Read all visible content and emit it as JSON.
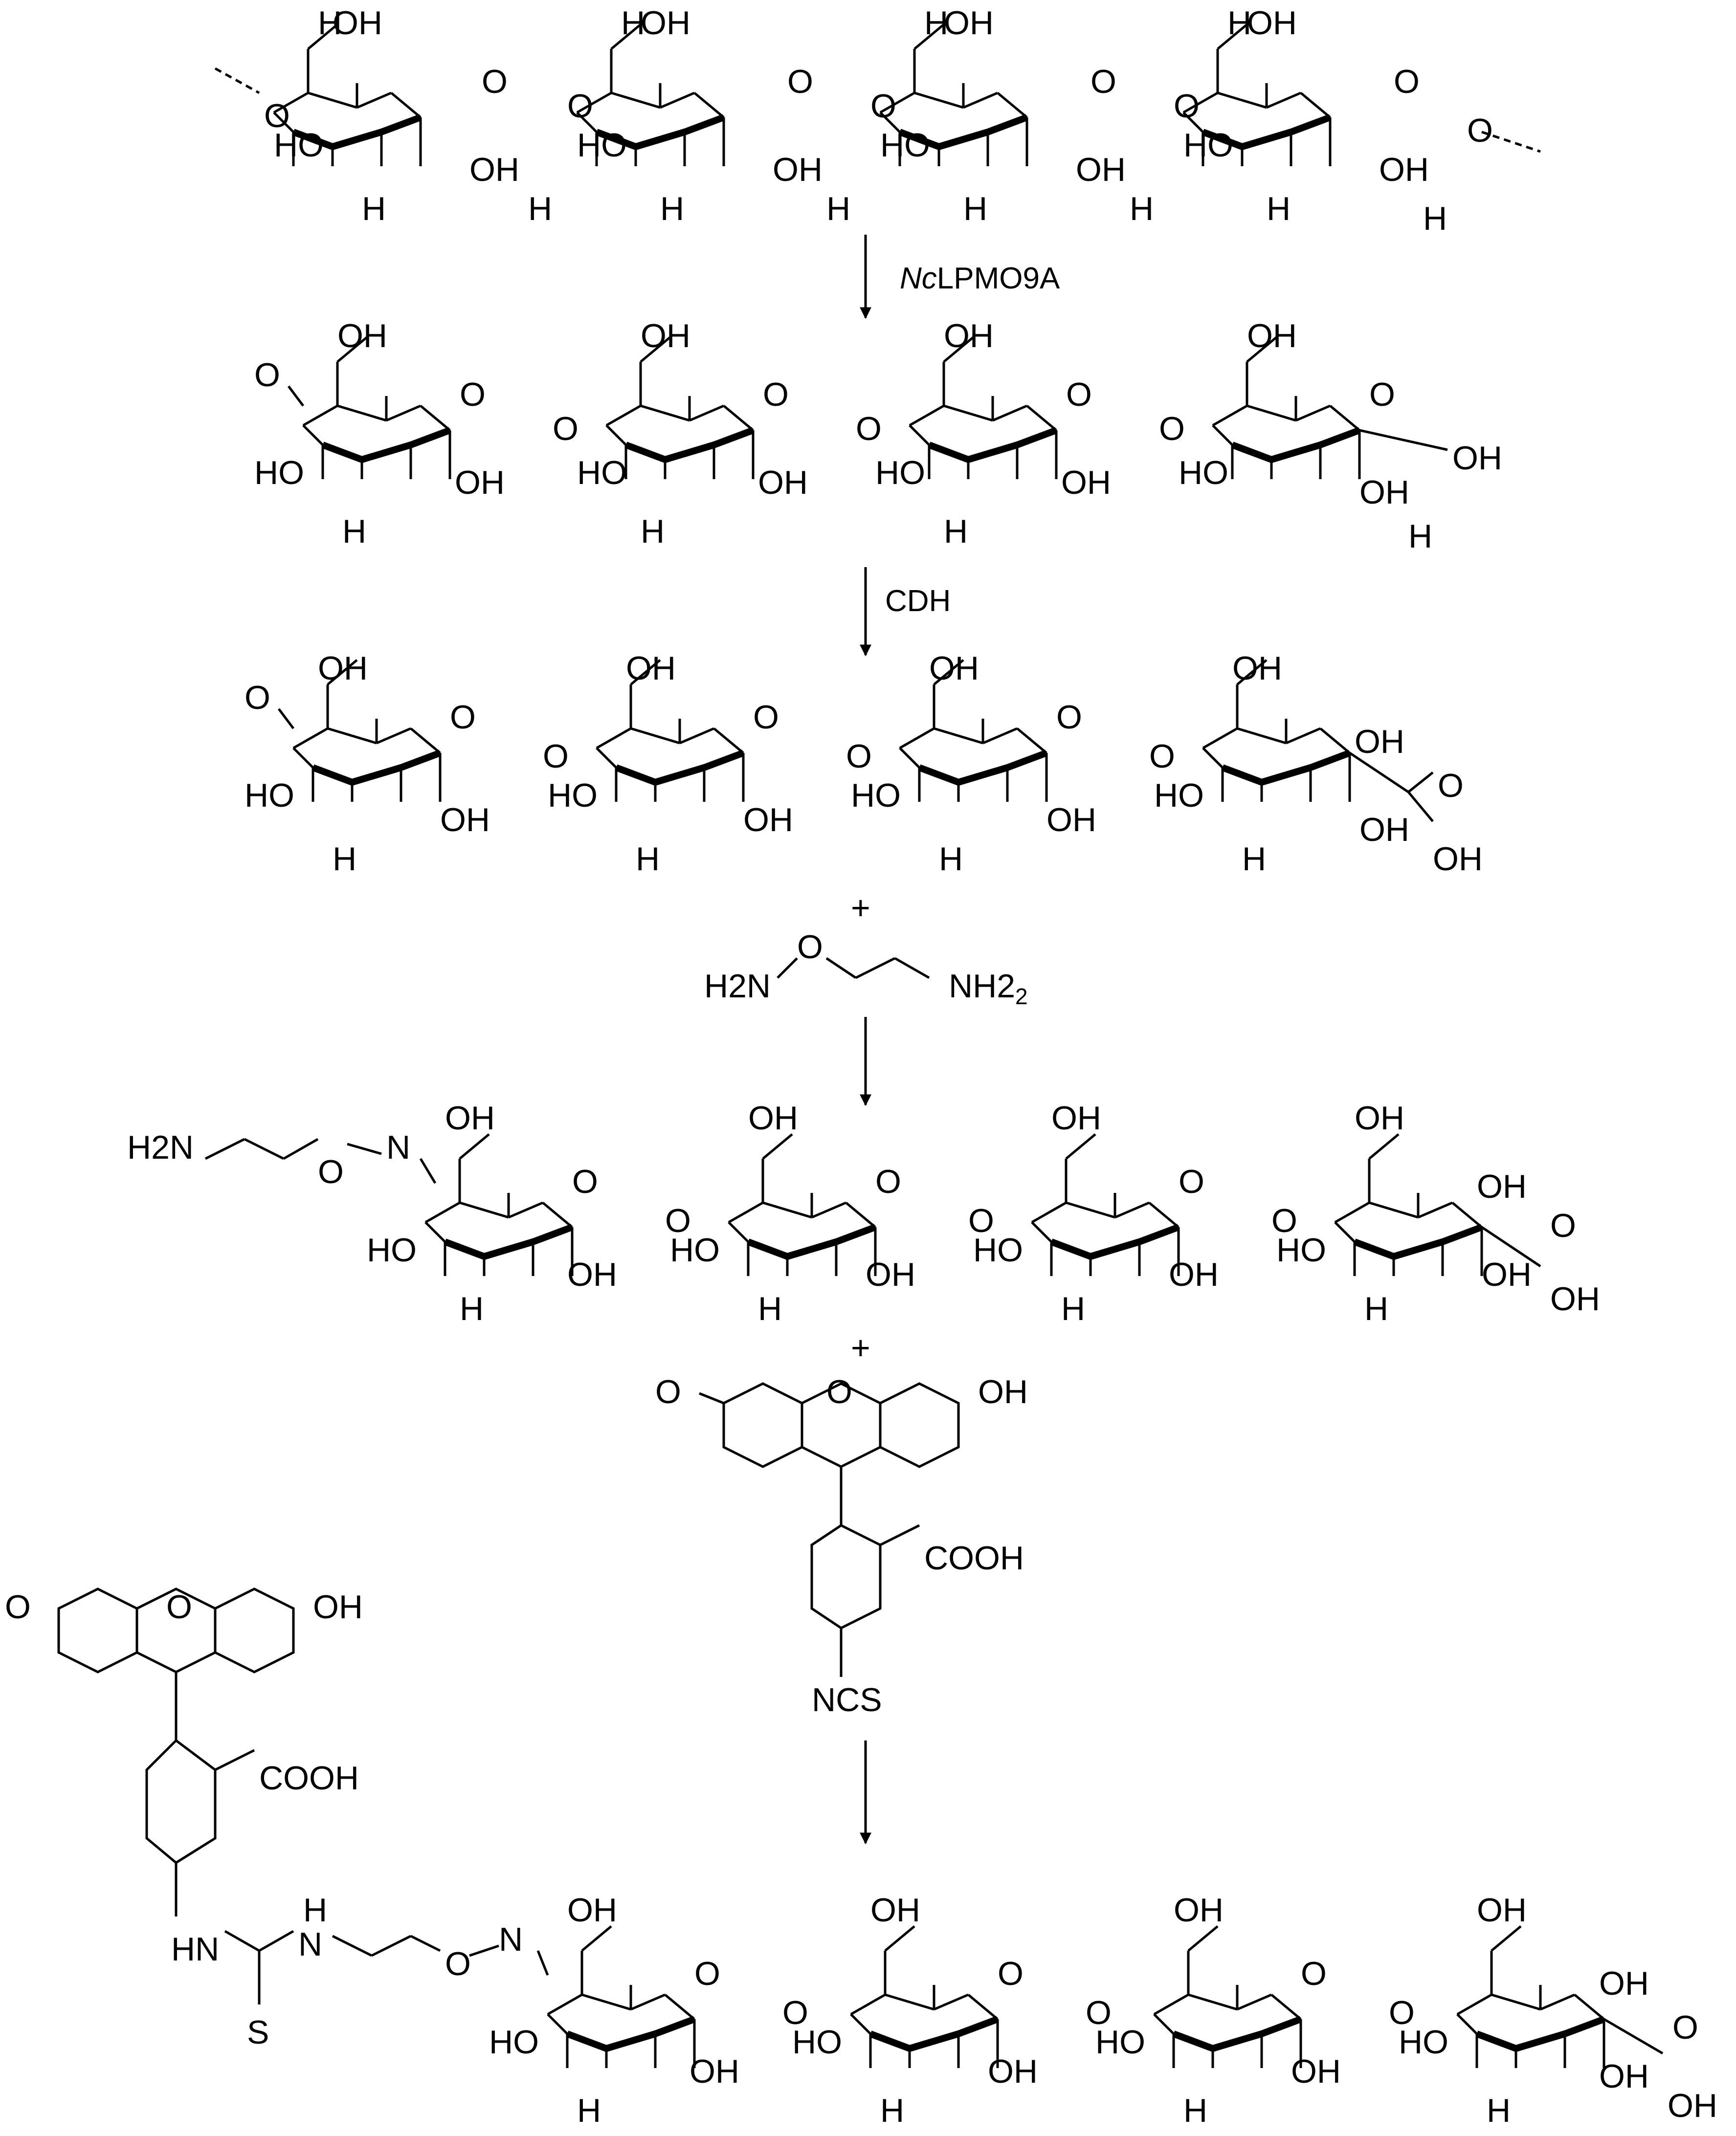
{
  "scheme": {
    "step1_enzyme": {
      "italic": "Nc",
      "rest": "LPMO9A"
    },
    "step2_enzyme": "CDH",
    "plus_sign": "+",
    "linker": {
      "left_group": "H2N",
      "bridge_o": "O",
      "right_group": "NH2",
      "subscript": "2"
    },
    "fluorescein": {
      "keto_o": "O",
      "ring_o": "O",
      "hydroxyl": "OH",
      "acid": "COOH",
      "isothiocyanate": "NCS"
    },
    "thiourea": {
      "nh_left": "HN",
      "h_top": "H",
      "n_right": "N",
      "sulfur": "S"
    },
    "oxime": {
      "n": "N",
      "o": "O"
    },
    "sugar_labels": {
      "hydroxyl": "OH",
      "hydroxyl_left": "HO",
      "hydrogen": "H",
      "ring_oxygen": "O",
      "glycosidic_oxygen": "O",
      "ketone": "O",
      "acid_oxygen": "O"
    },
    "colors": {
      "ink": "#000000",
      "background": "#ffffff"
    }
  }
}
